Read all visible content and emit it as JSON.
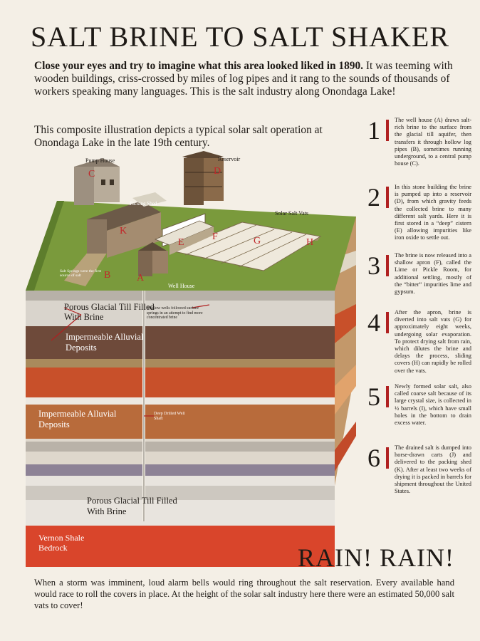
{
  "title": "SALT BRINE TO SALT SHAKER",
  "intro": {
    "bold": "Close your eyes and try to imagine what this area looked liked in 1890.",
    "rest": "It was teeming with wooden buildings, criss-crossed by miles of log pipes and it rang to the sounds of thousands of workers speaking many languages. This is the salt industry along Onondaga Lake!"
  },
  "composite": "This composite illustration depicts a typical solar salt operation at Onondaga Lake in the late 19th century.",
  "illustration": {
    "labels": {
      "pump_house": "Pump House",
      "reservoir": "Reservoir",
      "packing_shed": "Packing Shed",
      "solar_salt_vats": "Solar Salt Vats",
      "well_house": "Well House",
      "salt_springs": "Salt Springs were the first source of salt",
      "shallow_wells": "Shallow wells followed surface springs in an attempt to find more concentrated brine",
      "deep_well": "Deep Drilled Well Shaft"
    },
    "letters": [
      "A",
      "B",
      "C",
      "D",
      "E",
      "F",
      "G",
      "H",
      "K"
    ],
    "layers": {
      "porous_top": "Porous Glacial Till Filled With Brine",
      "impermeable_1": "Impermeable Alluvial Deposits",
      "impermeable_2": "Impermeable Alluvial Deposits",
      "porous_bottom": "Porous Glacial Till Filled With Brine",
      "bedrock": "Vernon Shale Bedrock"
    }
  },
  "steps": [
    {
      "num": "1",
      "text": "The well house (A) draws salt-rich brine to the surface from the glacial till aquifer, then transfers it through hollow log pipes (B), sometimes running underground, to a central pump house (C)."
    },
    {
      "num": "2",
      "text": "In this stone building the brine is pumped up into a reservoir (D), from which gravity feeds the collected brine to many different salt yards. Here it is first stored in a “deep” cistern (E) allowing impurities like iron oxide to settle out."
    },
    {
      "num": "3",
      "text": "The brine is now released into a shallow apron (F), called the Lime or Pickle Room, for additional settling, mostly of the “bitter” impurities lime and gypsum."
    },
    {
      "num": "4",
      "text": "After the apron, brine is diverted into salt vats (G) for approximately eight weeks, undergoing solar evaporation. To protect drying salt from rain, which dilutes the brine and delays the process, sliding covers (H) can rapidly be rolled over the vats."
    },
    {
      "num": "5",
      "text": "Newly formed solar salt, also called coarse salt because of its large crystal size, is collected in ½ barrels (I), which have small holes in the bottom to drain excess water."
    },
    {
      "num": "6",
      "text": "The drained salt is dumped into horse-drawn carts (J) and delivered to the packing shed (K). After at least two weeks of drying it is packed in barrels for shipment throughout the United States."
    }
  ],
  "rain_heading": "RAIN! RAIN!",
  "storm_text": "When a storm was imminent, loud alarm bells would ring throughout the salt reservation. Every available hand would race to roll the covers in place.  At the height of the solar salt industry here there were an estimated 50,000 salt vats to cover!",
  "colors": {
    "accent": "#b02020",
    "background": "#f4efe6",
    "grass": "#7a9a3c",
    "clay": "#c8502a",
    "brown": "#6e4a3a",
    "bedrock": "#d9452b"
  }
}
